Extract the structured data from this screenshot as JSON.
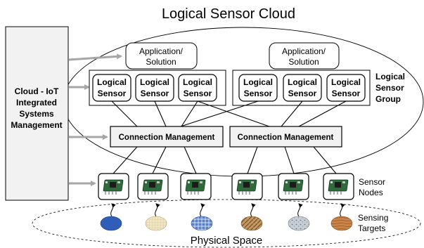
{
  "title": "Logical Sensor Cloud",
  "mgmt_label_lines": [
    "Cloud - IoT",
    "Integrated",
    "Systems",
    "Management"
  ],
  "applications": [
    {
      "line1": "Application/",
      "line2": "Solution"
    },
    {
      "line1": "Application/",
      "line2": "Solution"
    }
  ],
  "logical_sensors": [
    {
      "line1": "Logical",
      "line2": "Sensor"
    },
    {
      "line1": "Logical",
      "line2": "Sensor"
    },
    {
      "line1": "Logical",
      "line2": "Sensor"
    },
    {
      "line1": "Logical",
      "line2": "Sensor"
    },
    {
      "line1": "Logical",
      "line2": "Sensor"
    },
    {
      "line1": "Logical",
      "line2": "Sensor"
    }
  ],
  "group_label_lines": [
    "Logical",
    "Sensor",
    "Group"
  ],
  "connection_management": [
    "Connection Management",
    "Connection Management"
  ],
  "sensor_nodes_label_lines": [
    "Sensor",
    "Nodes"
  ],
  "sensing_targets_label_lines": [
    "Sensing",
    "Targets"
  ],
  "physical_space_label": "Physical Space",
  "colors": {
    "arrow": "#a6a6a6",
    "mgmt_fill": "#f2f2f2",
    "cm_fill": "#f2f2f2",
    "pcb": "#2e6b3a",
    "target_blue": "#2f5db8",
    "target_wood": "#c9844a"
  }
}
